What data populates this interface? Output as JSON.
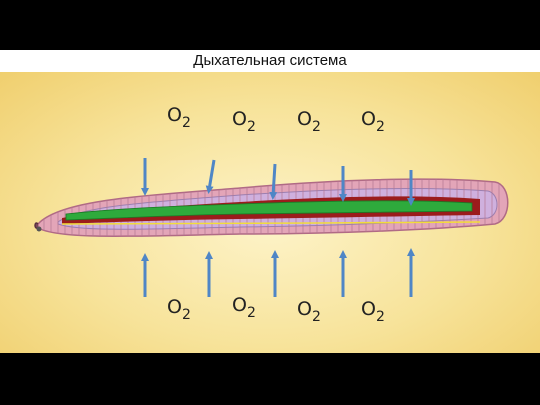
{
  "slide": {
    "title": "Дыхательная система"
  },
  "oxygen": {
    "symbol": "O",
    "subscript": "2"
  },
  "colors": {
    "arrow": "#4f86c6",
    "body_outer": "#e3a5b8",
    "body_inner": "#c9a7d9",
    "gut": "#2eaa3c",
    "vessel": "#9b1c1c",
    "nerve": "#f2dc3a"
  }
}
